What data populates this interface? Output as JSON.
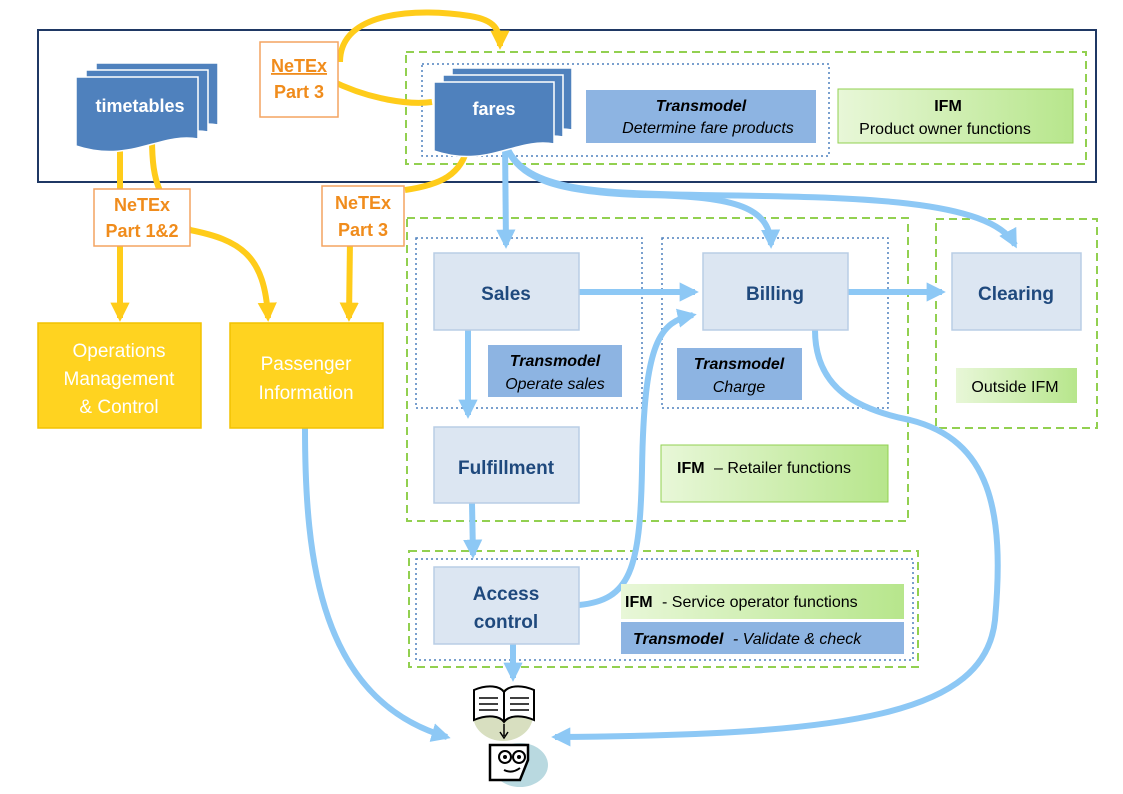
{
  "nodes": {
    "timetables": "timetables",
    "fares": "fares",
    "sales": "Sales",
    "billing": "Billing",
    "clearing": "Clearing",
    "fulfillment": "Fulfillment",
    "access_control": [
      "Access",
      "control"
    ],
    "operations": [
      "Operations",
      "Management",
      "& Control"
    ],
    "passenger_info": [
      "Passenger",
      "Information"
    ]
  },
  "netex_labels": {
    "top": {
      "name": "NeTEx",
      "part": "Part 3"
    },
    "left": {
      "name": "NeTEx",
      "part": "Part 1&2"
    },
    "mid": {
      "name": "NeTEx",
      "part": "Part 3"
    }
  },
  "transmodel_labels": {
    "fares": {
      "title": "Transmodel",
      "sub": "Determine fare products"
    },
    "sales": {
      "title": "Transmodel",
      "sub": "Operate sales"
    },
    "billing": {
      "title": "Transmodel",
      "sub": "Charge"
    },
    "access": {
      "title": "Transmodel",
      "sub": "- Validate & check"
    }
  },
  "ifm_labels": {
    "product_owner": {
      "bold": "IFM",
      "text": "Product owner functions"
    },
    "retailer": {
      "bold": "IFM",
      "text": "– Retailer functions"
    },
    "outside": {
      "text": "Outside IFM"
    },
    "service_operator": {
      "bold": "IFM",
      "text": "- Service operator functions"
    }
  },
  "colors": {
    "yellow": "#ffd320",
    "light_blue_box": "#dce6f2",
    "arrow_blue": "#8dc8f5",
    "doc_blue": "#4f81bd",
    "tm_blue": "#8db4e2",
    "ifm_green": "#c6efa4",
    "dash_green": "#92d050",
    "dot_blue": "#4f81bd",
    "netex_orange": "#f08c1c",
    "frame_navy": "#1f3864"
  }
}
